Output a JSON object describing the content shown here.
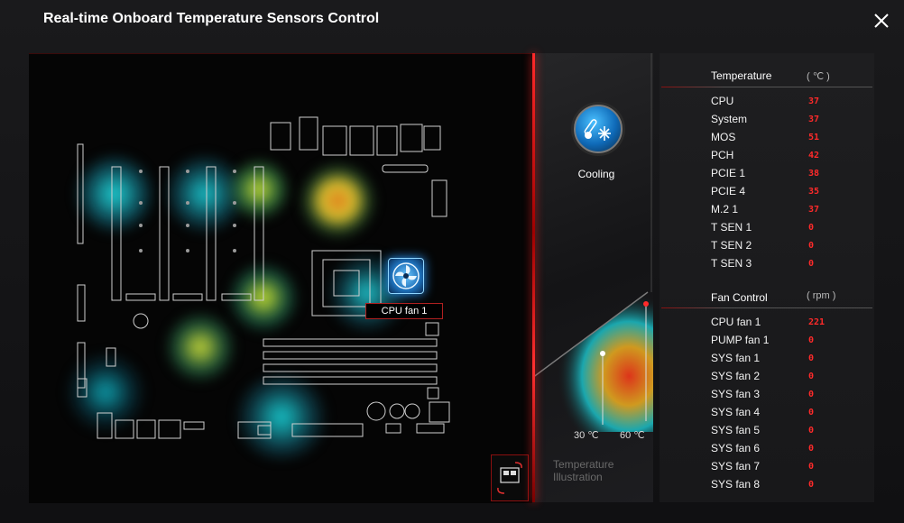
{
  "window": {
    "title": "Real-time Onboard Temperature Sensors Control"
  },
  "board": {
    "cpu_fan_label": "CPU fan 1"
  },
  "cooling": {
    "label": "Cooling"
  },
  "illustration": {
    "label_line1": "Temperature",
    "label_line2": "Illustration",
    "low_label": "30 ℃",
    "high_label": "60 ℃"
  },
  "temperature": {
    "header": "Temperature",
    "unit": "( ℃ )",
    "rows": [
      {
        "label": "CPU",
        "value": "37"
      },
      {
        "label": "System",
        "value": "37"
      },
      {
        "label": "MOS",
        "value": "51"
      },
      {
        "label": "PCH",
        "value": "42"
      },
      {
        "label": "PCIE 1",
        "value": "38"
      },
      {
        "label": "PCIE 4",
        "value": "35"
      },
      {
        "label": "M.2 1",
        "value": "37"
      },
      {
        "label": "T SEN 1",
        "value": "0"
      },
      {
        "label": "T SEN 2",
        "value": "0"
      },
      {
        "label": "T SEN 3",
        "value": "0"
      }
    ]
  },
  "fan_control": {
    "header": "Fan Control",
    "unit": "( rpm )",
    "rows": [
      {
        "label": "CPU fan 1",
        "value": "221"
      },
      {
        "label": "PUMP fan 1",
        "value": "0"
      },
      {
        "label": "SYS fan 1",
        "value": "0"
      },
      {
        "label": "SYS fan 2",
        "value": "0"
      },
      {
        "label": "SYS fan 3",
        "value": "0"
      },
      {
        "label": "SYS fan 4",
        "value": "0"
      },
      {
        "label": "SYS fan 5",
        "value": "0"
      },
      {
        "label": "SYS fan 6",
        "value": "0"
      },
      {
        "label": "SYS fan 7",
        "value": "0"
      },
      {
        "label": "SYS fan 8",
        "value": "0"
      }
    ]
  },
  "icons": {
    "close": "close-icon",
    "cooling": "snowflake-thermometer-icon",
    "cpu_fan": "fan-icon",
    "board_toggle": "board-swap-icon"
  },
  "colors": {
    "accent_red": "#ff2a2a",
    "heat_cyan": "#19c8d0",
    "heat_yellow": "#e2d43a",
    "heat_orange": "#e07a1a"
  }
}
